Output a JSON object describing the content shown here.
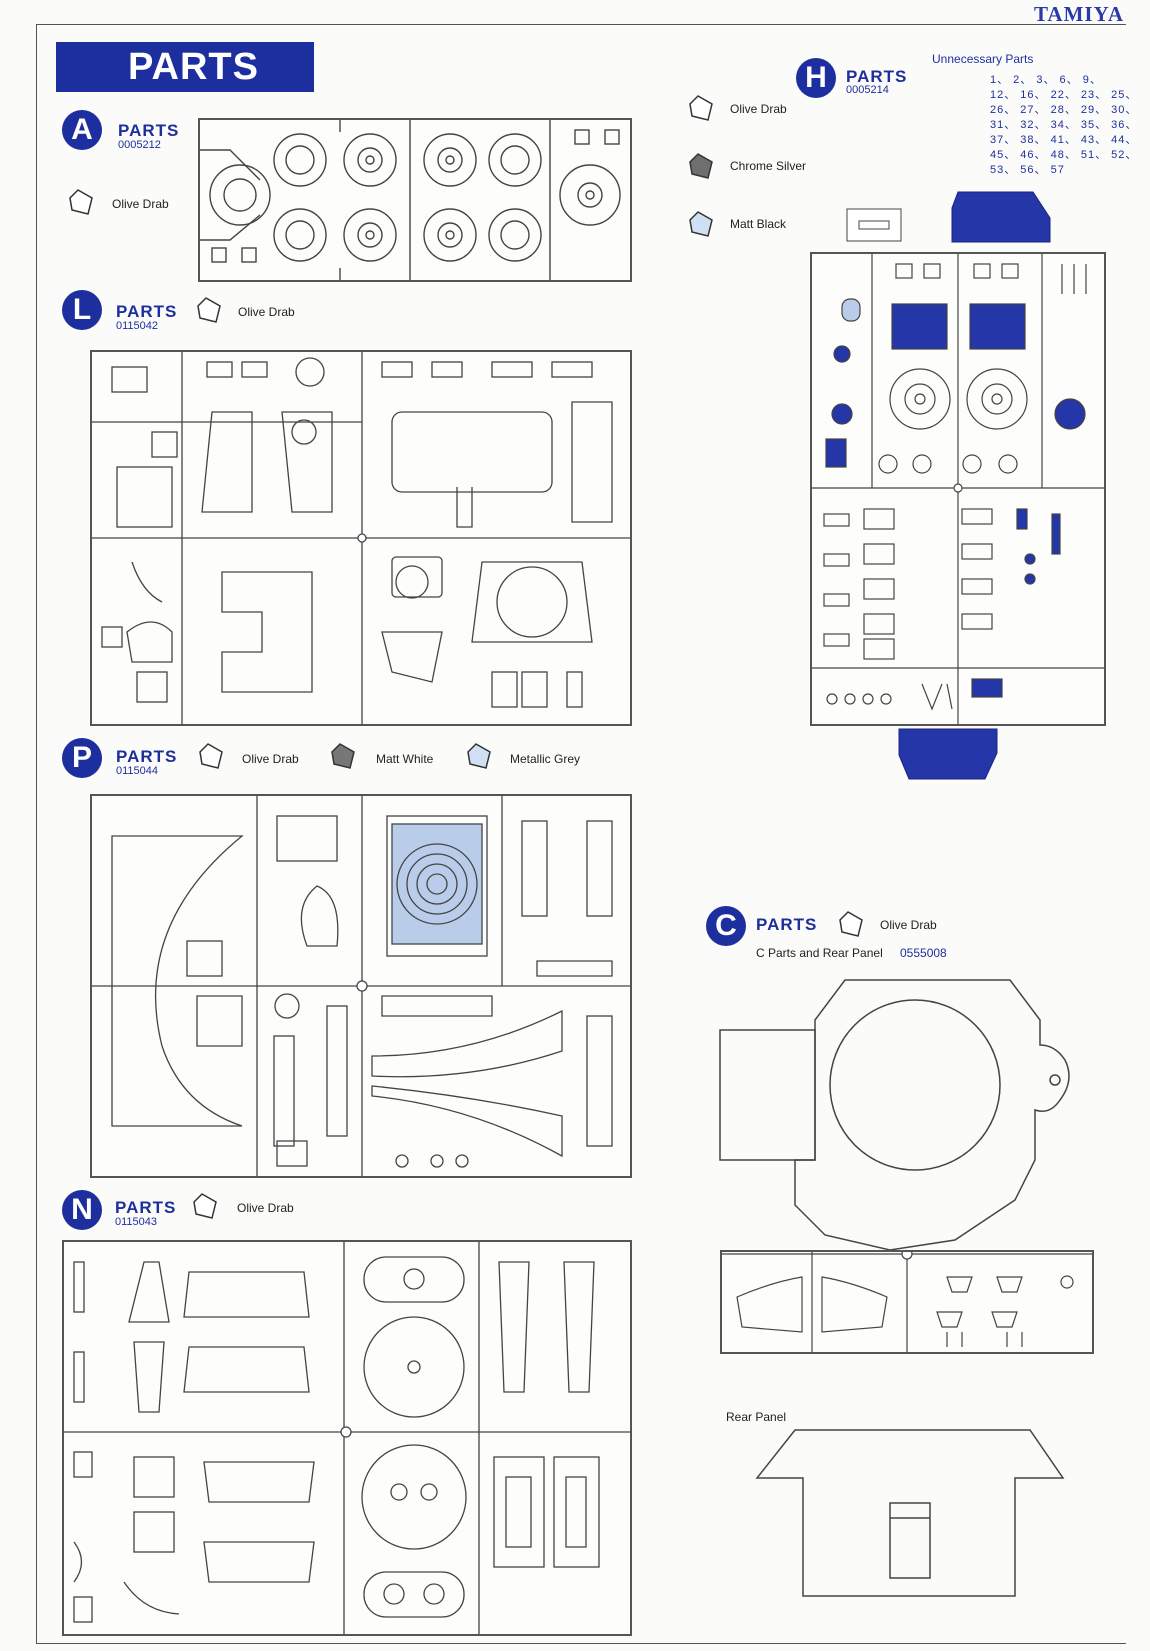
{
  "brand": "TAMIYA",
  "banner_title": "PARTS",
  "parts_word": "PARTS",
  "sections": {
    "A": {
      "letter": "A",
      "code": "0005212",
      "colors": [
        "Olive Drab"
      ]
    },
    "L": {
      "letter": "L",
      "code": "0115042",
      "colors": [
        "Olive Drab"
      ]
    },
    "P": {
      "letter": "P",
      "code": "0115044",
      "colors": [
        "Olive Drab",
        "Matt White",
        "Metallic Grey"
      ]
    },
    "N": {
      "letter": "N",
      "code": "0115043",
      "colors": [
        "Olive Drab"
      ]
    },
    "H": {
      "letter": "H",
      "code": "0005214",
      "colors": [
        "Olive Drab",
        "Chrome Silver",
        "Matt Black"
      ]
    },
    "C": {
      "letter": "C",
      "colors": [
        "Olive Drab"
      ],
      "caption": "C Parts and Rear Panel",
      "code": "0555008"
    }
  },
  "unnecessary": {
    "title": "Unnecessary Parts",
    "lines": [
      "1、 2、 3、 6、 9、",
      "12、 16、 22、 23、 25、",
      "26、 27、 28、 29、 30、",
      "31、 32、 34、 35、 36、",
      "37、 38、 41、 43、 44、",
      "45、 46、 48、 51、 52、",
      "53、 56、 57"
    ]
  },
  "rear_panel_label": "Rear Panel",
  "palette": {
    "accent": "#1d2f9e",
    "line": "#555555",
    "blue_part": "#2436a8",
    "light_blue": "#b9cdea"
  }
}
